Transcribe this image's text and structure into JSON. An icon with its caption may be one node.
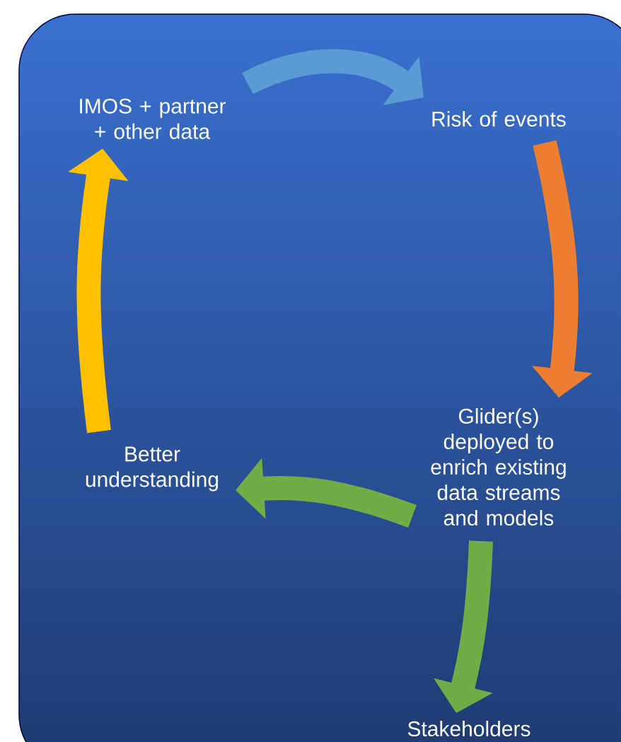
{
  "diagram": {
    "nodes": [
      {
        "text": [
          "IMOS + partner + other data"
        ]
      },
      {
        "text": [
          "Risk of events"
        ]
      },
      {
        "text": [
          "Glider(s) deployed to enrich existing data streams and models"
        ]
      },
      {
        "text": [
          "Stakeholders"
        ]
      },
      {
        "text": [
          "Better understanding"
        ]
      }
    ],
    "edges": [
      {
        "from": 0,
        "to": 1,
        "arrow": "to",
        "color": "#5b9bd5"
      },
      {
        "from": 1,
        "to": 2,
        "arrow": "to",
        "color": "#ed7d31"
      },
      {
        "from": 2,
        "to": 4,
        "arrow": "to",
        "color": "#70ad47"
      },
      {
        "from": 2,
        "to": 3,
        "arrow": "to",
        "color": "#70ad47"
      },
      {
        "from": 4,
        "to": 0,
        "arrow": "to",
        "color": "#ffc000"
      }
    ]
  }
}
